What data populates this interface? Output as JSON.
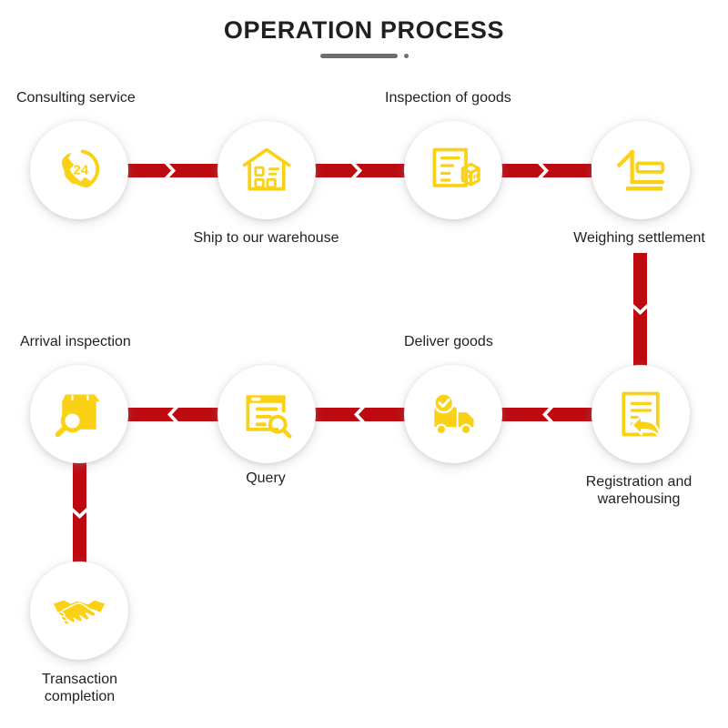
{
  "header": {
    "title": "OPERATION PROCESS",
    "rule_color": "#6e6e6e"
  },
  "theme": {
    "background": "#ffffff",
    "arrow_red": "#bd0a10",
    "icon_yellow": "#fbd116",
    "text_color": "#231f20",
    "circle_fill": "#ffffff"
  },
  "steps": [
    {
      "index": 1,
      "label": "Consulting service",
      "icon": "phone-24h-support-icon",
      "label_position": "above",
      "row": 1
    },
    {
      "index": 2,
      "label": "Ship to our warehouse",
      "icon": "warehouse-house-icon",
      "label_position": "below",
      "row": 1
    },
    {
      "index": 3,
      "label": "Inspection of goods",
      "icon": "document-box-inspection-icon",
      "label_position": "above",
      "row": 1
    },
    {
      "index": 4,
      "label": "Weighing settlement",
      "icon": "weighing-scale-icon",
      "label_position": "below",
      "row": 1
    },
    {
      "index": 5,
      "label": "Registration and\nwarehousing",
      "icon": "document-arrow-register-icon",
      "label_position": "below",
      "row": 2
    },
    {
      "index": 6,
      "label": "Deliver goods",
      "icon": "delivery-truck-check-icon",
      "label_position": "above",
      "row": 2
    },
    {
      "index": 7,
      "label": "Query",
      "icon": "document-search-query-icon",
      "label_position": "below",
      "row": 2
    },
    {
      "index": 8,
      "label": "Arrival inspection",
      "icon": "box-magnifier-icon",
      "label_position": "above",
      "row": 2
    },
    {
      "index": 9,
      "label": "Transaction\ncompletion",
      "icon": "handshake-icon",
      "label_position": "below",
      "row": 3
    }
  ],
  "connectors": [
    {
      "id": "c1",
      "from": 1,
      "to": 2,
      "direction": "right",
      "orientation": "horizontal"
    },
    {
      "id": "c2",
      "from": 2,
      "to": 3,
      "direction": "right",
      "orientation": "horizontal"
    },
    {
      "id": "c3",
      "from": 3,
      "to": 4,
      "direction": "right",
      "orientation": "horizontal"
    },
    {
      "id": "c4",
      "from": 4,
      "to": 5,
      "direction": "down",
      "orientation": "vertical"
    },
    {
      "id": "c5",
      "from": 5,
      "to": 6,
      "direction": "left",
      "orientation": "horizontal"
    },
    {
      "id": "c6",
      "from": 6,
      "to": 7,
      "direction": "left",
      "orientation": "horizontal"
    },
    {
      "id": "c7",
      "from": 7,
      "to": 8,
      "direction": "left",
      "orientation": "horizontal"
    },
    {
      "id": "c8",
      "from": 8,
      "to": 9,
      "direction": "down",
      "orientation": "vertical"
    }
  ]
}
